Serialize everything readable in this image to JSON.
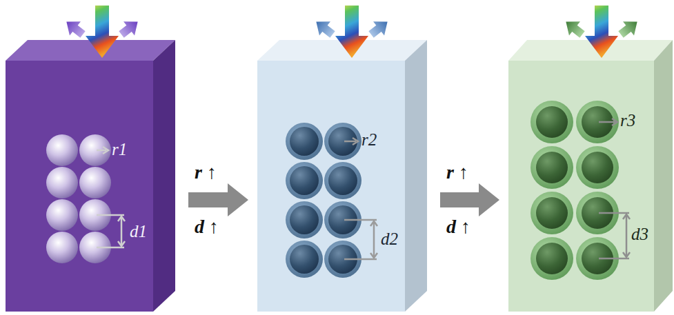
{
  "diagram": {
    "nodes": [
      {
        "text": [
          "r1",
          "d1"
        ]
      },
      {
        "text": [
          "r2",
          "d2"
        ]
      },
      {
        "text": [
          "r3",
          "d3"
        ]
      }
    ],
    "edges": [
      {
        "from": 0,
        "to": 1,
        "arrow": "to"
      },
      {
        "from": 1,
        "to": 2,
        "arrow": "to"
      }
    ],
    "labels": [
      "r ↑",
      "d ↑",
      "r ↑",
      "d ↑"
    ]
  }
}
